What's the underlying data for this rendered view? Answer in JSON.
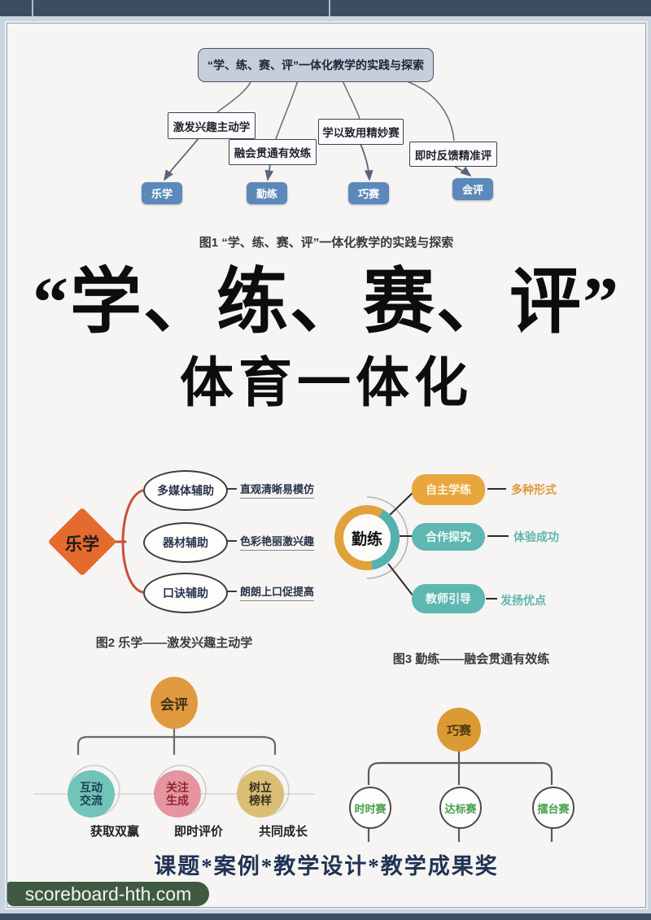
{
  "figure1": {
    "title": "“学、练、赛、评”一体化教学的实践与探索",
    "branches": [
      {
        "label": "激发兴趣主动学",
        "target": "乐学"
      },
      {
        "label": "融会贯通有效练",
        "target": "勤练"
      },
      {
        "label": "学以致用精妙赛",
        "target": "巧赛"
      },
      {
        "label": "即时反馈精准评",
        "target": "会评"
      }
    ],
    "caption": "图1 “学、练、赛、评”一体化教学的实践与探索"
  },
  "main_title": {
    "line1": "“学、练、赛、评”",
    "line2": "体育一体化"
  },
  "figure2": {
    "center": "乐学",
    "items": [
      {
        "label": "多媒体辅助",
        "note": "直观清晰易模仿"
      },
      {
        "label": "器材辅助",
        "note": "色彩艳丽激兴趣"
      },
      {
        "label": "口诀辅助",
        "note": "朗朗上口促提高"
      }
    ],
    "caption": "图2 乐学——激发兴趣主动学"
  },
  "figure3": {
    "center": "勤练",
    "items": [
      {
        "label": "自主学练",
        "note": "多种形式"
      },
      {
        "label": "合作探究",
        "note": "体验成功"
      },
      {
        "label": "教师引导",
        "note": "发扬优点"
      }
    ],
    "caption": "图3 勤练——融会贯通有效练"
  },
  "figure4": {
    "center": "会评",
    "items": [
      {
        "line1": "互动",
        "line2": "交流",
        "note": "获取双赢"
      },
      {
        "line1": "关注",
        "line2": "生成",
        "note": "即时评价"
      },
      {
        "line1": "树立",
        "line2": "榜样",
        "note": "共同成长"
      }
    ]
  },
  "figure5": {
    "center": "巧赛",
    "items": [
      {
        "label": "时时赛"
      },
      {
        "label": "达标赛"
      },
      {
        "label": "擂台赛"
      }
    ]
  },
  "footer": {
    "text": "课题*案例*教学设计*教学成果奖"
  },
  "watermark": {
    "label": "scoreboard-hth.com"
  },
  "colors": {
    "top_bar": "#3c4d61",
    "page_bg": "#f6f5f3",
    "blue_node": "#5c88ba",
    "orange_diamond": "#e56a2d",
    "ring_yellow": "#e0a23b",
    "ring_teal": "#55b1ae",
    "ellipse_orange": "#e0993f",
    "ball_teal": "#72c3b8",
    "ball_pink": "#e695a0",
    "ball_tan": "#d9be74",
    "circle_text_green": "#48a04b",
    "watermark_green": "#3f5a41"
  }
}
